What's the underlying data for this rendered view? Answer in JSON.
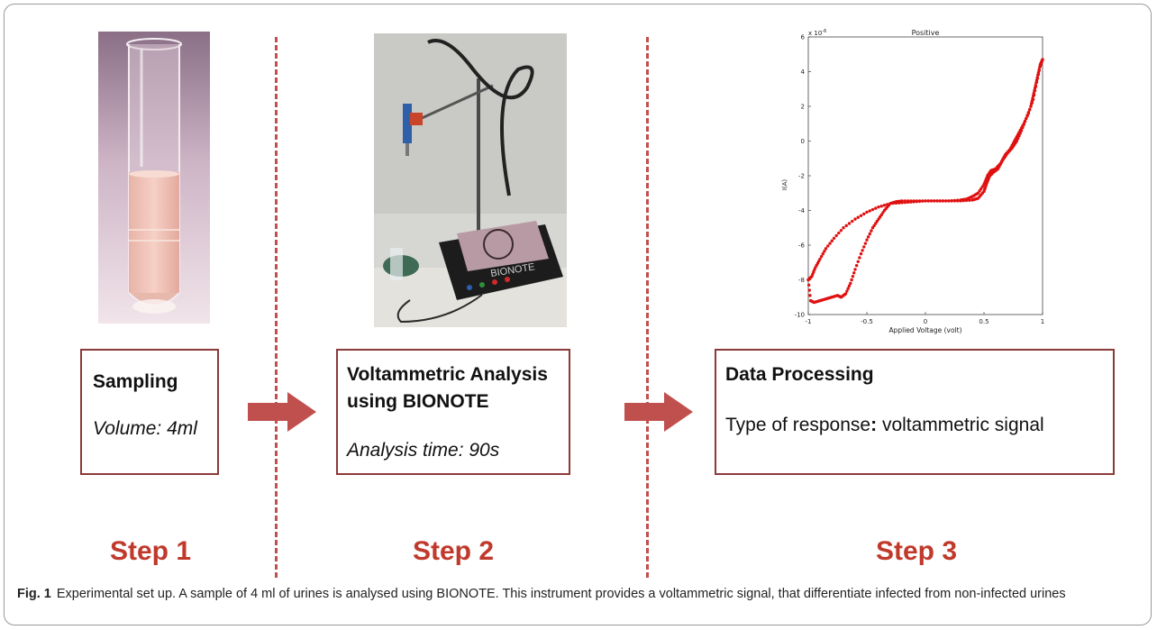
{
  "steps": [
    {
      "step_label": "Step 1",
      "box_title": "Sampling",
      "box_detail": "Volume: 4ml"
    },
    {
      "step_label": "Step 2",
      "box_title_line1": "Voltammetric Analysis",
      "box_title_line2": "using BIONOTE",
      "box_detail": "Analysis time: 90s",
      "device_label": "BIONOTE"
    },
    {
      "step_label": "Step 3",
      "box_title": "Data Processing",
      "box_detail_prefix": "Type of response",
      "box_detail_colon": ":",
      "box_detail_suffix": " voltammetric signal"
    }
  ],
  "chart_data": {
    "type": "scatter",
    "title": "Positive",
    "xlabel": "Applied Voltage (volt)",
    "ylabel": "I(A)",
    "y_exponent_label": "x 10",
    "y_exponent_power": "-6",
    "xlim": [
      -1,
      1
    ],
    "ylim": [
      -10,
      6
    ],
    "x_ticks": [
      -1,
      -0.5,
      0,
      0.5,
      1
    ],
    "y_ticks": [
      -10,
      -8,
      -6,
      -4,
      -2,
      0,
      2,
      4,
      6
    ],
    "x_tick_labels": [
      "-1",
      "-0.5",
      "0",
      "0.5",
      "1"
    ],
    "y_tick_labels": [
      "-10",
      "-8",
      "-6",
      "-4",
      "-2",
      "0",
      "2",
      "4",
      "6"
    ],
    "marker_color": "#e01010",
    "series": [
      {
        "segment": "forward",
        "points": [
          [
            -1.0,
            -8.0
          ],
          [
            -0.98,
            -9.2
          ],
          [
            -0.95,
            -9.3
          ],
          [
            -0.9,
            -9.2
          ],
          [
            -0.85,
            -9.1
          ],
          [
            -0.8,
            -9.0
          ],
          [
            -0.75,
            -8.9
          ],
          [
            -0.72,
            -9.0
          ],
          [
            -0.68,
            -8.8
          ],
          [
            -0.64,
            -8.2
          ],
          [
            -0.6,
            -7.4
          ],
          [
            -0.55,
            -6.5
          ],
          [
            -0.5,
            -5.7
          ],
          [
            -0.45,
            -5.0
          ],
          [
            -0.4,
            -4.5
          ],
          [
            -0.35,
            -4.0
          ],
          [
            -0.3,
            -3.6
          ],
          [
            -0.25,
            -3.5
          ],
          [
            -0.2,
            -3.45
          ],
          [
            -0.1,
            -3.45
          ],
          [
            0.0,
            -3.45
          ],
          [
            0.1,
            -3.45
          ],
          [
            0.2,
            -3.45
          ],
          [
            0.3,
            -3.4
          ],
          [
            0.35,
            -3.35
          ],
          [
            0.4,
            -3.2
          ],
          [
            0.45,
            -3.0
          ],
          [
            0.5,
            -2.5
          ],
          [
            0.53,
            -2.0
          ],
          [
            0.56,
            -1.7
          ],
          [
            0.6,
            -1.6
          ],
          [
            0.64,
            -1.3
          ],
          [
            0.68,
            -0.8
          ],
          [
            0.72,
            -0.5
          ],
          [
            0.76,
            0.0
          ],
          [
            0.8,
            0.5
          ],
          [
            0.84,
            1.0
          ],
          [
            0.88,
            1.6
          ],
          [
            0.92,
            2.4
          ],
          [
            0.95,
            3.4
          ],
          [
            0.98,
            4.3
          ],
          [
            1.0,
            4.7
          ]
        ]
      },
      {
        "segment": "reverse",
        "points": [
          [
            1.0,
            4.7
          ],
          [
            0.98,
            4.4
          ],
          [
            0.96,
            3.8
          ],
          [
            0.94,
            3.2
          ],
          [
            0.92,
            2.6
          ],
          [
            0.9,
            2.0
          ],
          [
            0.86,
            1.3
          ],
          [
            0.82,
            0.6
          ],
          [
            0.78,
            0.0
          ],
          [
            0.74,
            -0.4
          ],
          [
            0.7,
            -0.7
          ],
          [
            0.66,
            -1.1
          ],
          [
            0.62,
            -1.6
          ],
          [
            0.58,
            -1.8
          ],
          [
            0.55,
            -2.0
          ],
          [
            0.52,
            -2.5
          ],
          [
            0.5,
            -2.9
          ],
          [
            0.45,
            -3.3
          ],
          [
            0.4,
            -3.4
          ],
          [
            0.3,
            -3.45
          ],
          [
            0.2,
            -3.45
          ],
          [
            0.1,
            -3.45
          ],
          [
            0.0,
            -3.45
          ],
          [
            -0.1,
            -3.5
          ],
          [
            -0.2,
            -3.55
          ],
          [
            -0.3,
            -3.6
          ],
          [
            -0.4,
            -3.8
          ],
          [
            -0.5,
            -4.1
          ],
          [
            -0.6,
            -4.5
          ],
          [
            -0.7,
            -5.0
          ],
          [
            -0.78,
            -5.6
          ],
          [
            -0.85,
            -6.2
          ],
          [
            -0.9,
            -6.8
          ],
          [
            -0.94,
            -7.3
          ],
          [
            -0.97,
            -7.8
          ],
          [
            -1.0,
            -8.0
          ]
        ]
      }
    ]
  },
  "caption": {
    "label": "Fig. 1",
    "text": "Experimental set up. A sample of 4 ml of urines is analysed using BIONOTE. This instrument provides a voltammetric signal, that differentiate infected from non-infected urines"
  }
}
